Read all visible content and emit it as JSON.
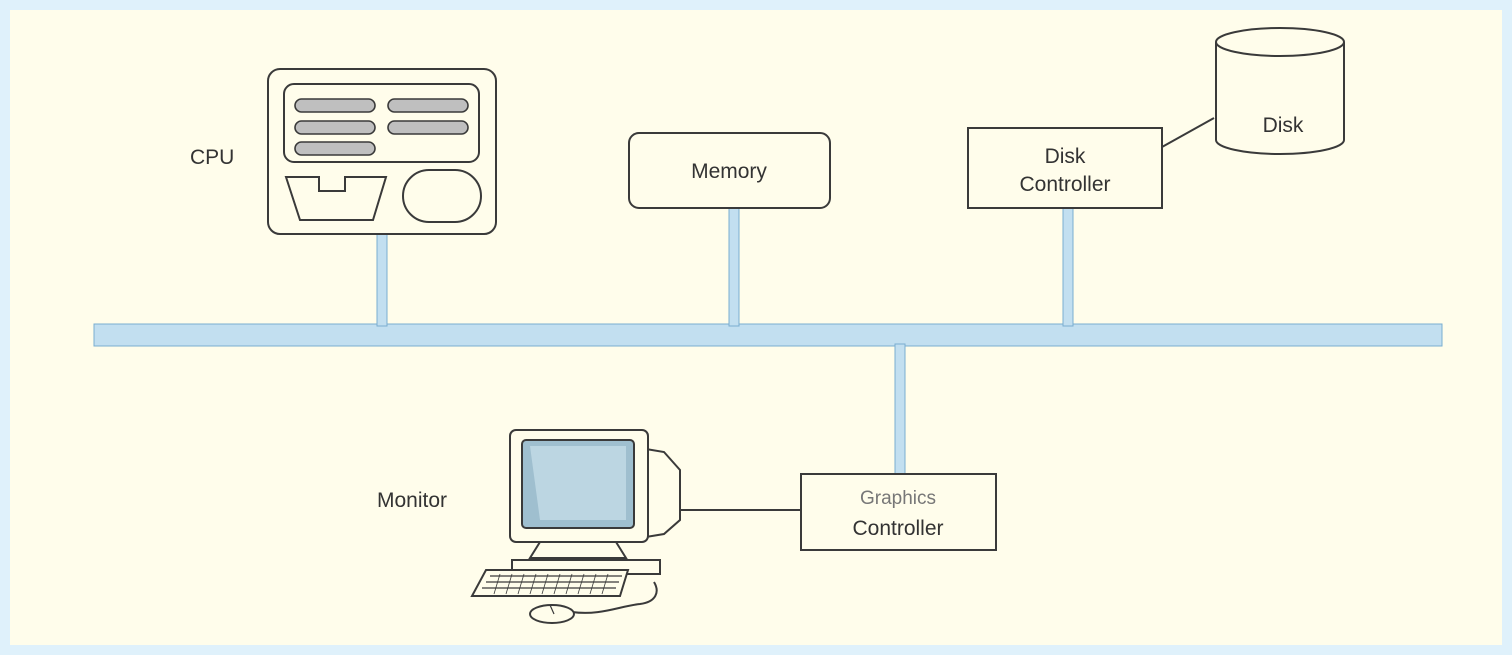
{
  "colors": {
    "background": "#dff1fb",
    "panel": "#fffdeb",
    "bus": "#c2dff0",
    "outline": "#3a3a3a"
  },
  "labels": {
    "cpu": "CPU",
    "memory": "Memory",
    "disk_controller_line1": "Disk",
    "disk_controller_line2": "Controller",
    "disk": "Disk",
    "monitor": "Monitor",
    "graphics_controller_line1": "Graphics",
    "graphics_controller_line2": "Controller"
  },
  "icons": [
    "cpu-icon",
    "disk-icon",
    "monitor-icon",
    "keyboard-icon",
    "mouse-icon"
  ]
}
